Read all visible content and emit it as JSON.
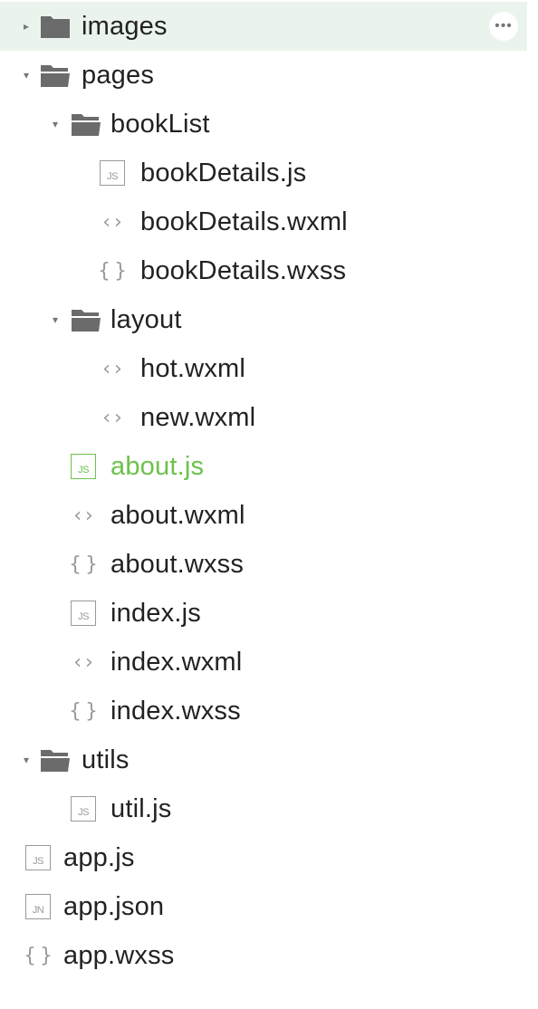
{
  "tree": {
    "items": [
      {
        "label": "images",
        "kind": "folder",
        "depth": 0,
        "expanded": false,
        "selected": true,
        "icon": "folder-icon"
      },
      {
        "label": "pages",
        "kind": "folder",
        "depth": 0,
        "expanded": true,
        "icon": "folder-open-icon"
      },
      {
        "label": "bookList",
        "kind": "folder",
        "depth": 1,
        "expanded": true,
        "icon": "folder-open-icon"
      },
      {
        "label": "bookDetails.js",
        "kind": "js",
        "depth": 2,
        "badge": "JS",
        "icon": "js-file-icon"
      },
      {
        "label": "bookDetails.wxml",
        "kind": "wxml",
        "depth": 2,
        "glyph": "‹›",
        "icon": "wxml-file-icon"
      },
      {
        "label": "bookDetails.wxss",
        "kind": "wxss",
        "depth": 2,
        "glyph": "{}",
        "icon": "wxss-file-icon"
      },
      {
        "label": "layout",
        "kind": "folder",
        "depth": 1,
        "expanded": true,
        "icon": "folder-open-icon"
      },
      {
        "label": "hot.wxml",
        "kind": "wxml",
        "depth": 2,
        "glyph": "‹›",
        "icon": "wxml-file-icon"
      },
      {
        "label": "new.wxml",
        "kind": "wxml",
        "depth": 2,
        "glyph": "‹›",
        "icon": "wxml-file-icon"
      },
      {
        "label": "about.js",
        "kind": "js",
        "depth": 1,
        "badge": "JS",
        "active": true,
        "icon": "js-file-icon"
      },
      {
        "label": "about.wxml",
        "kind": "wxml",
        "depth": 1,
        "glyph": "‹›",
        "icon": "wxml-file-icon"
      },
      {
        "label": "about.wxss",
        "kind": "wxss",
        "depth": 1,
        "glyph": "{}",
        "icon": "wxss-file-icon"
      },
      {
        "label": "index.js",
        "kind": "js",
        "depth": 1,
        "badge": "JS",
        "icon": "js-file-icon"
      },
      {
        "label": "index.wxml",
        "kind": "wxml",
        "depth": 1,
        "glyph": "‹›",
        "icon": "wxml-file-icon"
      },
      {
        "label": "index.wxss",
        "kind": "wxss",
        "depth": 1,
        "glyph": "{}",
        "icon": "wxss-file-icon"
      },
      {
        "label": "utils",
        "kind": "folder",
        "depth": 0,
        "expanded": true,
        "icon": "folder-open-icon"
      },
      {
        "label": "util.js",
        "kind": "js",
        "depth": 1,
        "badge": "JS",
        "icon": "js-file-icon"
      },
      {
        "label": "app.js",
        "kind": "js",
        "depth": -1,
        "badge": "JS",
        "icon": "js-file-icon"
      },
      {
        "label": "app.json",
        "kind": "json",
        "depth": -1,
        "badge": "JN",
        "icon": "json-file-icon"
      },
      {
        "label": "app.wxss",
        "kind": "wxss",
        "depth": -1,
        "glyph": "{}",
        "icon": "wxss-file-icon"
      }
    ],
    "more_button": {
      "glyph": "•••",
      "icon": "more-icon"
    }
  },
  "colors": {
    "active_text": "#6cc24a",
    "selected_row_bg": "#eaf4ec",
    "icon_gray": "#9a9a9a",
    "folder_gray": "#6b6b6b",
    "text": "#222222"
  }
}
